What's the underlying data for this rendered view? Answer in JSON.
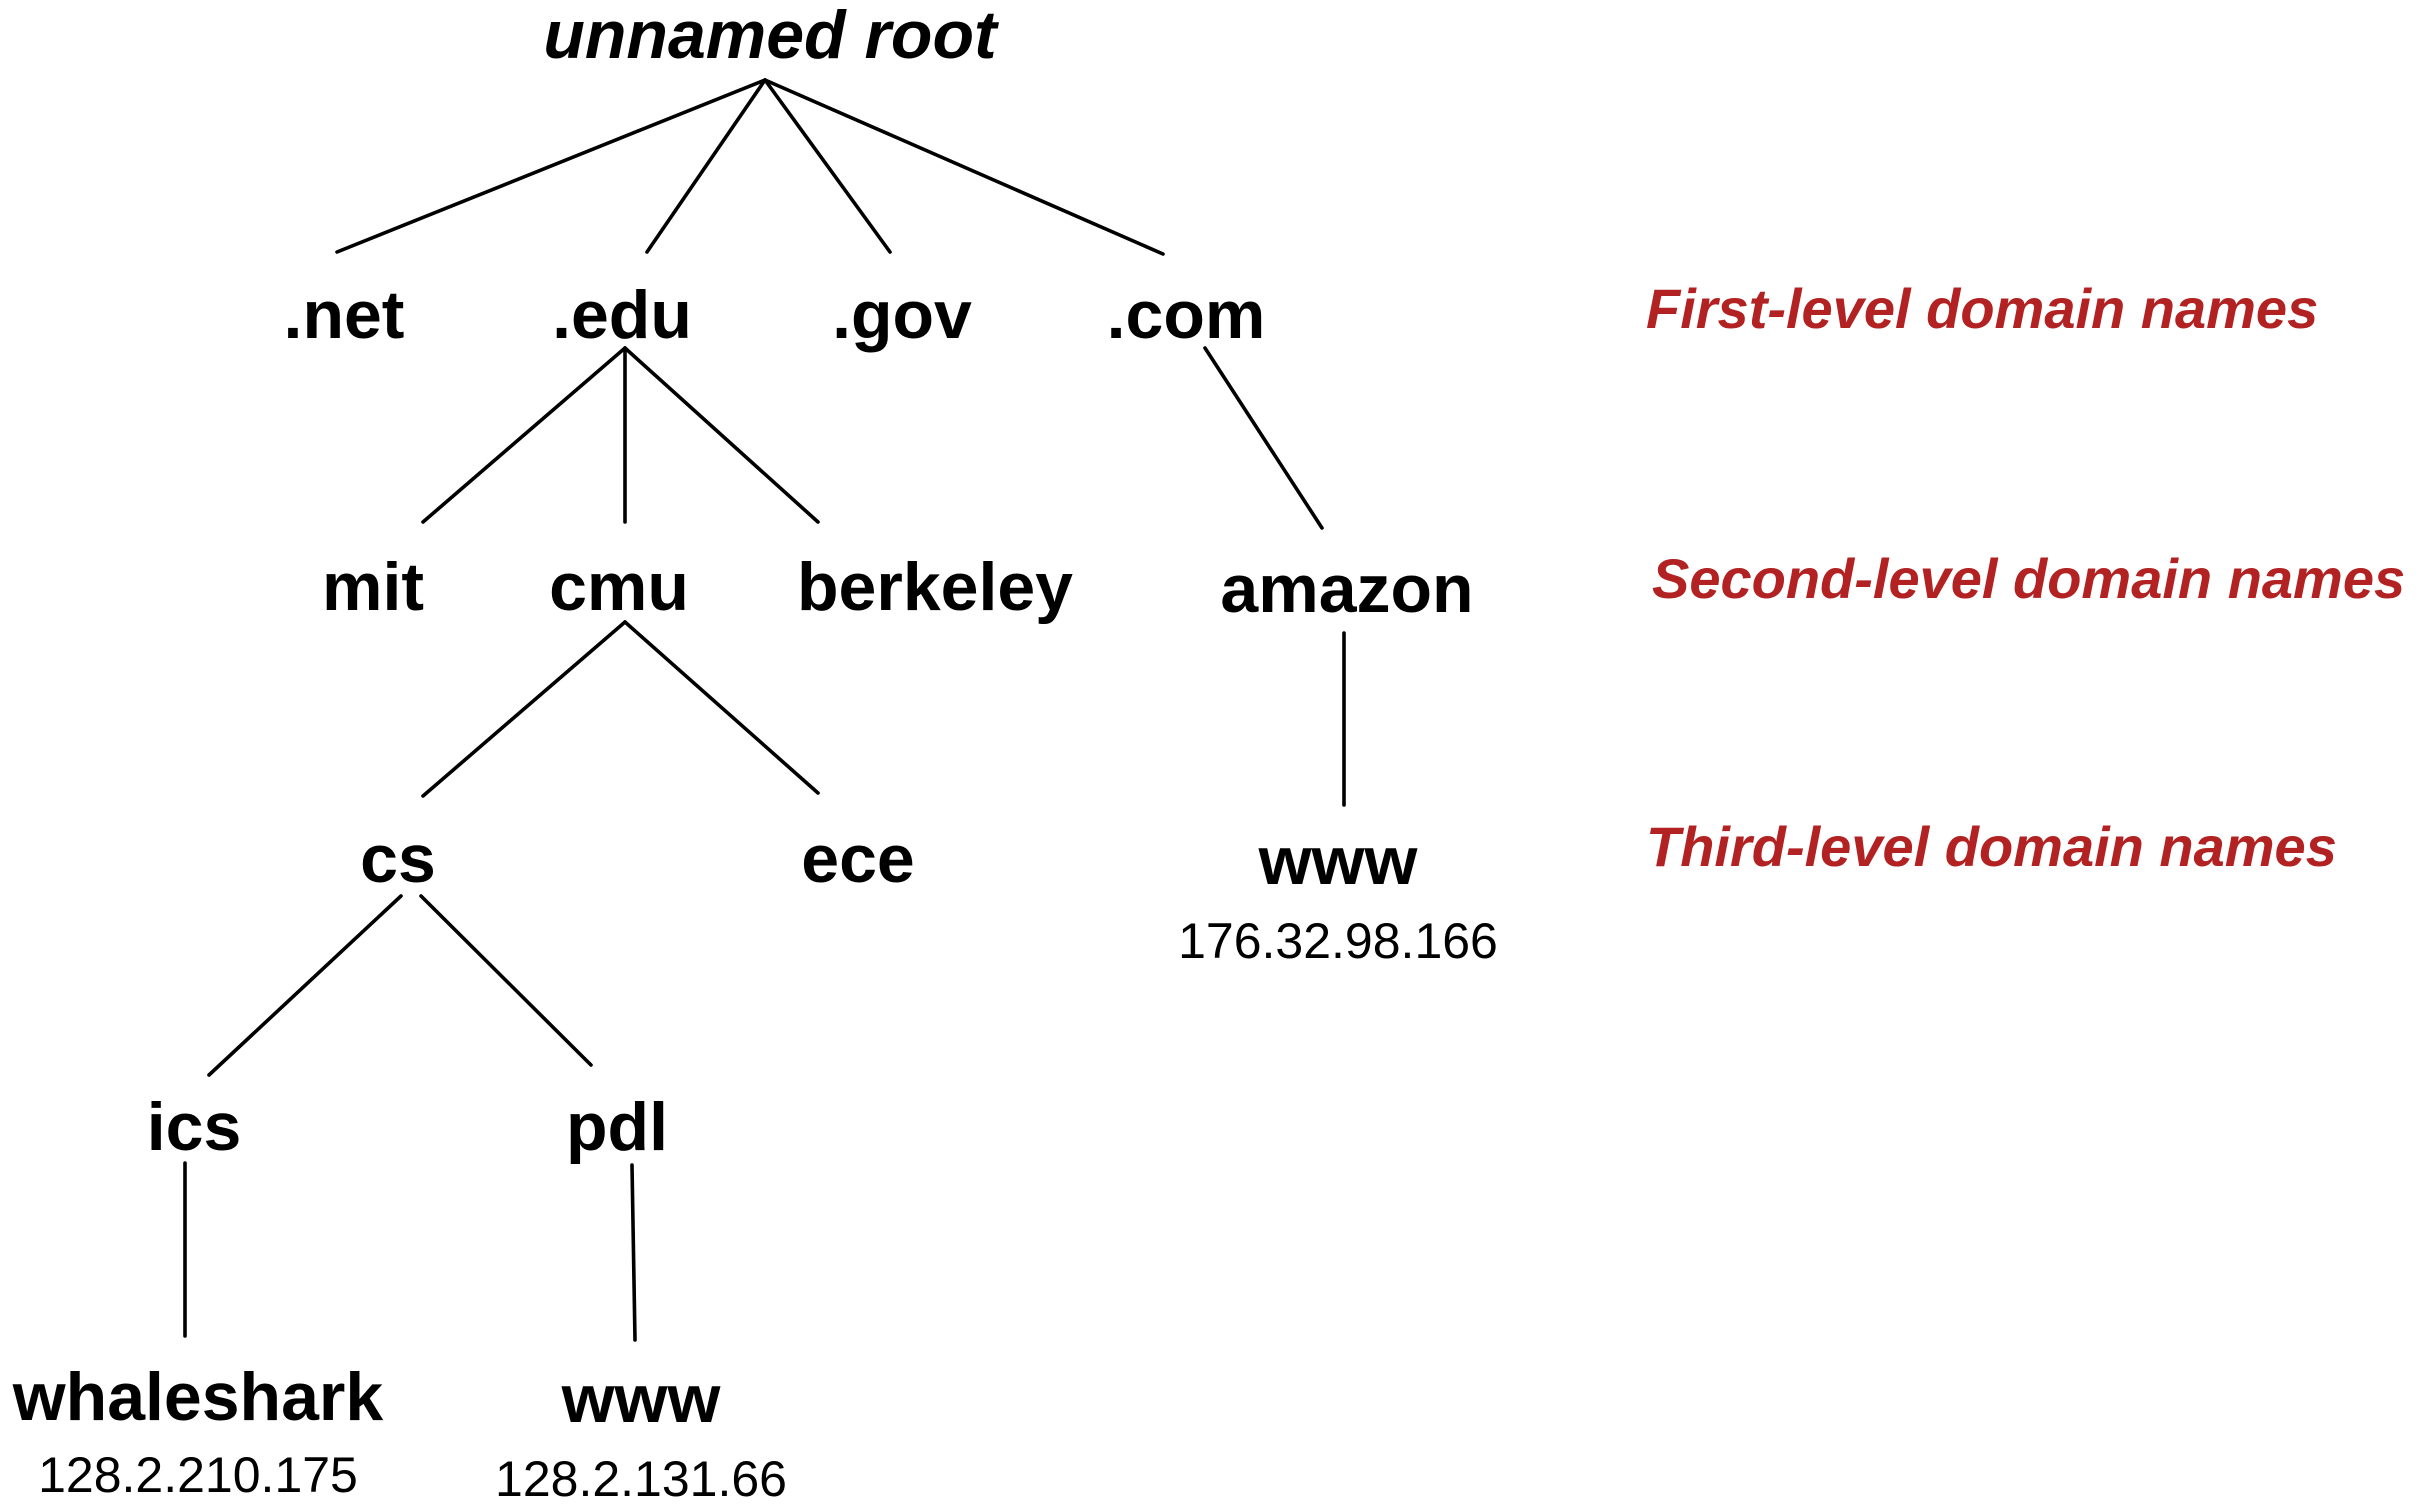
{
  "colors": {
    "text": "#000000",
    "lines": "#000000",
    "level_labels": "#b22222",
    "background": "#ffffff"
  },
  "nodes": {
    "root": "unnamed root",
    "net": ".net",
    "edu": ".edu",
    "gov": ".gov",
    "com": ".com",
    "mit": "mit",
    "cmu": "cmu",
    "berkeley": "berkeley",
    "amazon": "amazon",
    "cs": "cs",
    "ece": "ece",
    "amazon_www": "www",
    "ics": "ics",
    "pdl": "pdl",
    "whaleshark": "whaleshark",
    "pdl_www": "www"
  },
  "ip_addresses": {
    "amazon_www": "176.32.98.166",
    "whaleshark": "128.2.210.175",
    "pdl_www": "128.2.131.66"
  },
  "level_labels": {
    "first": "First-level domain names",
    "second": "Second-level domain names",
    "third": "Third-level domain names"
  },
  "edges": [
    [
      "root",
      "net"
    ],
    [
      "root",
      "edu"
    ],
    [
      "root",
      "gov"
    ],
    [
      "root",
      "com"
    ],
    [
      "edu",
      "mit"
    ],
    [
      "edu",
      "cmu"
    ],
    [
      "edu",
      "berkeley"
    ],
    [
      "com",
      "amazon"
    ],
    [
      "cmu",
      "cs"
    ],
    [
      "cmu",
      "ece"
    ],
    [
      "amazon",
      "amazon_www"
    ],
    [
      "cs",
      "ics"
    ],
    [
      "cs",
      "pdl"
    ],
    [
      "ics",
      "whaleshark"
    ],
    [
      "pdl",
      "pdl_www"
    ]
  ]
}
